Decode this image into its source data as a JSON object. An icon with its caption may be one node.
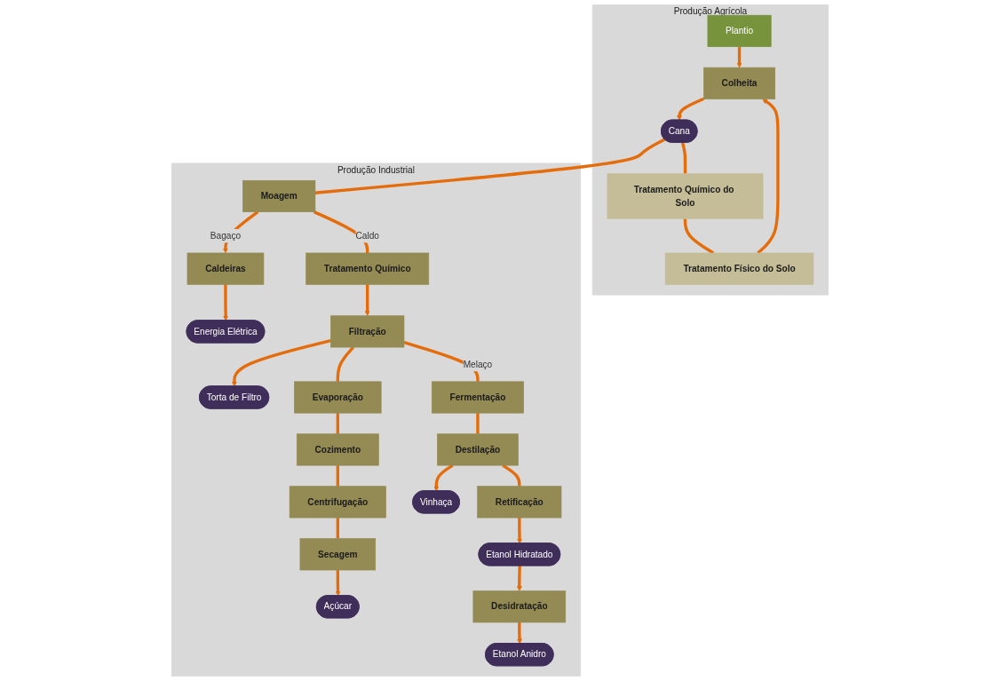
{
  "diagram": {
    "nodes": [
      {
        "text": [
          "Produção Agrícola"
        ]
      },
      {
        "text": [
          "Plantio"
        ],
        "in": 0
      },
      {
        "text": [
          "Tratamento Físico do Solo"
        ],
        "in": 0
      },
      {
        "text": [
          "Colheita"
        ],
        "in": 0
      },
      {
        "text": [
          "Tratamento Químico do Solo"
        ],
        "in": 0
      },
      {
        "text": [
          "Cana"
        ],
        "in": 0
      },
      {
        "text": [
          "Produção Industrial"
        ]
      },
      {
        "text": [
          "Moagem"
        ],
        "in": 6
      },
      {
        "text": [
          "Caldeiras"
        ],
        "in": 6
      },
      {
        "text": [
          "Energia Elétrica"
        ],
        "in": 6
      },
      {
        "text": [
          "Tratamento Químico"
        ],
        "in": 6
      },
      {
        "text": [
          "Filtração"
        ],
        "in": 6
      },
      {
        "text": [
          "Torta de Filtro"
        ],
        "in": 6
      },
      {
        "text": [
          "Evaporação"
        ],
        "in": 6
      },
      {
        "text": [
          "Cozimento"
        ],
        "in": 6
      },
      {
        "text": [
          "Centrifugação"
        ],
        "in": 6
      },
      {
        "text": [
          "Secagem"
        ],
        "in": 6
      },
      {
        "text": [
          "Açúcar"
        ],
        "in": 6
      },
      {
        "text": [
          "Fermentação"
        ],
        "in": 6
      },
      {
        "text": [
          "Destilação"
        ],
        "in": 6
      },
      {
        "text": [
          "Vinhaça"
        ],
        "in": 6
      },
      {
        "text": [
          "Retificação"
        ],
        "in": 6
      },
      {
        "text": [
          "Etanol Hidratado"
        ],
        "in": 6
      },
      {
        "text": [
          "Desidratação"
        ],
        "in": 6
      },
      {
        "text": [
          "Etanol Anidro"
        ],
        "in": 6
      }
    ],
    "edges": [
      {
        "from": 1,
        "to": 3,
        "arrow": "to"
      },
      {
        "from": 3,
        "to": 5,
        "arrow": "to"
      },
      {
        "from": 5,
        "to": 4,
        "arrow": "none"
      },
      {
        "from": 4,
        "to": 2,
        "arrow": "none"
      },
      {
        "from": 2,
        "to": 3,
        "arrow": "to"
      },
      {
        "from": 5,
        "to": 7,
        "arrow": "none"
      },
      {
        "from": 7,
        "to": 8,
        "arrow": "to",
        "label": "Bagaço"
      },
      {
        "from": 8,
        "to": 9,
        "arrow": "to"
      },
      {
        "from": 7,
        "to": 10,
        "arrow": "none",
        "label": "Caldo"
      },
      {
        "from": 10,
        "to": 11,
        "arrow": "to"
      },
      {
        "from": 11,
        "to": 13,
        "arrow": "none"
      },
      {
        "from": 13,
        "to": 14,
        "arrow": "none"
      },
      {
        "from": 14,
        "to": 15,
        "arrow": "none"
      },
      {
        "from": 15,
        "to": 16,
        "arrow": "none"
      },
      {
        "from": 16,
        "to": 17,
        "arrow": "to"
      },
      {
        "from": 11,
        "to": 18,
        "arrow": "none",
        "label": "Melaço"
      },
      {
        "from": 11,
        "to": 12,
        "arrow": "to"
      },
      {
        "from": 18,
        "to": 19,
        "arrow": "none"
      },
      {
        "from": 19,
        "to": 20,
        "arrow": "to"
      },
      {
        "from": 19,
        "to": 21,
        "arrow": "none"
      },
      {
        "from": 21,
        "to": 22,
        "arrow": "to"
      },
      {
        "from": 22,
        "to": 23,
        "arrow": "to"
      },
      {
        "from": 23,
        "to": 24,
        "arrow": "to"
      }
    ]
  }
}
